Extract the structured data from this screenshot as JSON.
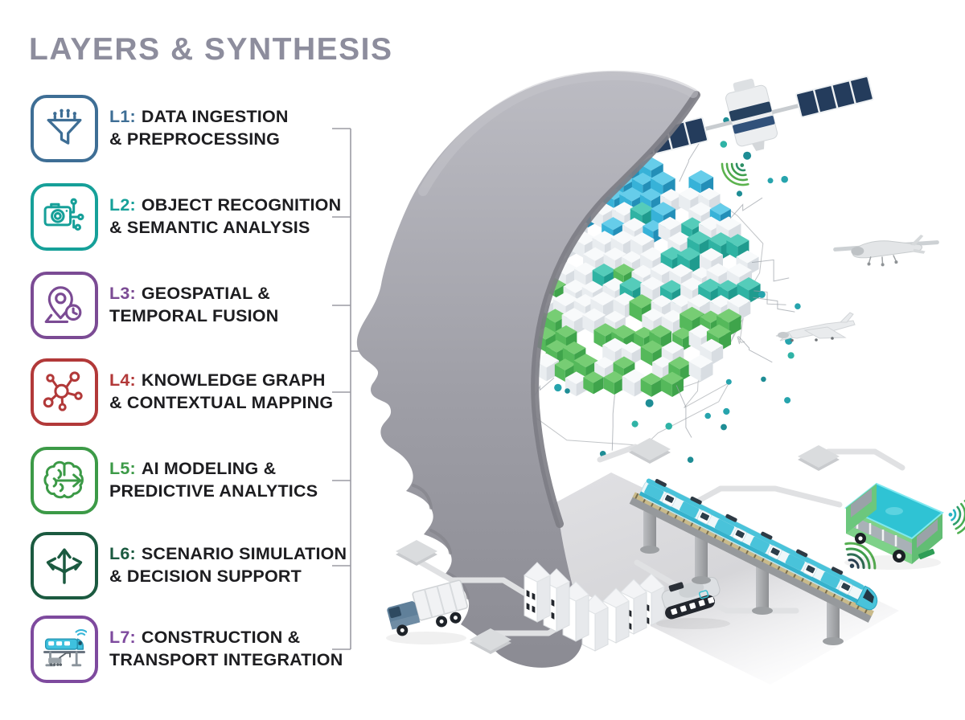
{
  "title": "LAYERS & SYNTHESIS",
  "title_color": "#8d8d9d",
  "layers": [
    {
      "num": "L1:",
      "line1": "DATA INGESTION",
      "line2": "& PREPROCESSING",
      "color": "#3e6e95",
      "icon": "funnel-icon"
    },
    {
      "num": "L2:",
      "line1": "OBJECT RECOGNITION",
      "line2": "& SEMANTIC ANALYSIS",
      "color": "#16a099",
      "icon": "camera-circuit-icon"
    },
    {
      "num": "L3:",
      "line1": "GEOSPATIAL &",
      "line2": "TEMPORAL FUSION",
      "color": "#7b4b94",
      "icon": "map-pin-clock-icon"
    },
    {
      "num": "L4:",
      "line1": "KNOWLEDGE GRAPH",
      "line2": "& CONTEXTUAL MAPPING",
      "color": "#b23939",
      "icon": "knowledge-graph-icon"
    },
    {
      "num": "L5:",
      "line1": "AI MODELING &",
      "line2": "PREDICTIVE ANALYTICS",
      "color": "#3c9a47",
      "icon": "brain-arrow-icon"
    },
    {
      "num": "L6:",
      "line1": "SCENARIO SIMULATION",
      "line2": "& DECISION SUPPORT",
      "color": "#1b5a40",
      "icon": "branching-arrows-icon"
    },
    {
      "num": "L7:",
      "line1": "CONSTRUCTION &",
      "line2": "TRANSPORT INTEGRATION",
      "color": "#7e4a9e",
      "icon": "monorail-bridge-icon"
    }
  ],
  "bracket_color": "#9b9ba4",
  "illustration": {
    "elements": [
      "human-head-profile",
      "voxel-globe",
      "network-dots",
      "satellite",
      "surveillance-drone",
      "fighter-jet",
      "monorail-train",
      "elevated-track",
      "city-bus",
      "cargo-truck",
      "robotic-vehicle",
      "data-center-buildings",
      "ground-network-paths",
      "wifi-signals"
    ],
    "head_gray": "#a0a0a8",
    "voxel_white": [
      "#f8fafb",
      "#e9edf0",
      "#d8dde2"
    ],
    "voxel_blue": [
      "#66cdea",
      "#37b2d8",
      "#238fb8"
    ],
    "voxel_teal": [
      "#55ccba",
      "#2fb3a3",
      "#1f9b8e"
    ],
    "voxel_green": [
      "#77cd74",
      "#55b95b",
      "#3fa44b"
    ],
    "dot_teal": [
      "#1e8d95",
      "#27a4ad",
      "#2fb3a6"
    ],
    "wifi_green": "#3f9e4d",
    "train_cyan": "#49c3da",
    "bus_teal": "#2fc3d4",
    "bus_green": "#7ed189",
    "satellite_navy": "#243c5c",
    "path_gray": "#e0e1e3"
  }
}
